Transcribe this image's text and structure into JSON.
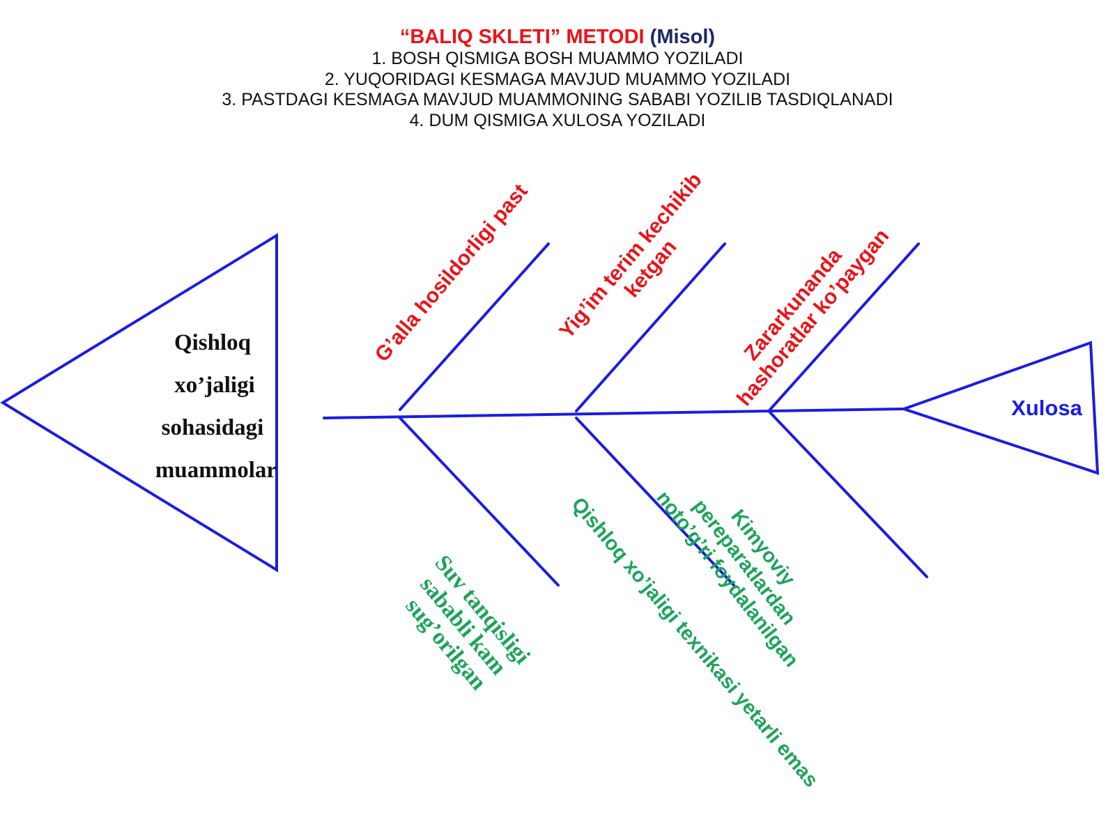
{
  "header": {
    "title_part1": "“BALIQ SKLETI”  METODI",
    "title_part2": "(Misol)",
    "steps": [
      "1. BOSH QISMIGA BOSH MUAMMO YOZILADI",
      "2. YUQORIDAGI KESMAGA MAVJUD MUAMMO YOZILADI",
      "3. PASTDAGI KESMAGA MAVJUD MUAMMONING SABABI YOZILIB TASDIQLANADI",
      "4. DUM QISMIGA XULOSA YOZILADI"
    ]
  },
  "fish": {
    "head_lines": [
      "Qishloq",
      "xo’jaligi",
      "sohasidagi",
      "muammolar"
    ],
    "tail_label": "Xulosa",
    "problems": [
      [
        "G’alla hosildorligi past"
      ],
      [
        "Yig’im terim kechikib",
        "ketgan"
      ],
      [
        "Zararkunanda",
        "hashoratlar ko’paygan"
      ]
    ],
    "causes": [
      [
        "Suv tanqisligi",
        "sababli kam",
        "sug’orilgan"
      ],
      [
        "Qishloq xo’jaligi texnikasi yetarli emas"
      ],
      [
        "Kimyoviy",
        "pereparatlardan",
        "noto’g’ri foydalanilgan"
      ]
    ]
  },
  "colors": {
    "problem": "#e8141a",
    "cause": "#1ea35c",
    "bones": "#1c1ce0",
    "title_red": "#e8141a",
    "title_blue": "#1c2a66"
  }
}
